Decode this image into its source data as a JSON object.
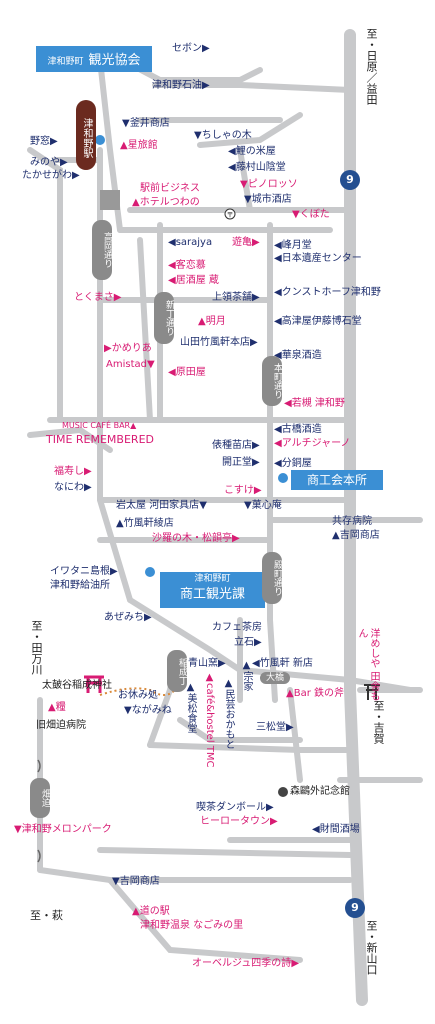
{
  "map_title": "",
  "colors": {
    "road": "#c8c9cb",
    "accent_blue": "#3b8fd4",
    "pink": "#d81b73",
    "navy": "#1f2f6e",
    "route_sign": "#244f91",
    "station": "#6b2a1f"
  },
  "direction_labels": {
    "north": "至・日原／益田",
    "west_upper": "至・田万川",
    "east_mid": "至・吉賀",
    "southwest": "至・萩",
    "southeast": "至・新山口"
  },
  "route_sign": "9",
  "station": "津和野駅",
  "road_names": {
    "takaoka": "高岡通り",
    "shincho": "新丁通り",
    "honmachi": "本町通り",
    "tonomachi": "殿町通り",
    "inari": "稲成丁",
    "hatasako": "畑迫",
    "ohashi": "大橋"
  },
  "info_boxes": {
    "kanko_kyokai": {
      "small": "津和野町",
      "big": "観光協会"
    },
    "shoko_honsho": {
      "label": "商工会本所"
    },
    "shoko_kanko": {
      "small": "津和野町",
      "big": "商工観光課"
    }
  },
  "places": {
    "sebon": "セボン",
    "tsuwano_sekiyu": "津和野石油",
    "kamai": "釜井商店",
    "hoshiryokan": "▲星旅館",
    "nomado": "野窓",
    "minoya": "みのや",
    "takasegawa": "たかせがわ",
    "chishanoki": "ちしゃの木",
    "koinoyoneya": "鯉の米屋",
    "fujimura": "藤村山陰堂",
    "pinorosso": "ピノロッソ",
    "shiromachi": "城市酒店",
    "kubota": "くぼた",
    "ekimae1": "駅前ビジネス",
    "ekimae2": "ホテルつわの",
    "sarajya": "sarajya",
    "yugame": "遊亀",
    "hoshodo": "峰月堂",
    "isan": "日本遺産センター",
    "kyakurenbo": "客恋慕",
    "izakaya": "居酒屋 蔵",
    "kamiryo": "上領茶舗",
    "croissant": "クンストホーフ津和野",
    "tokumasa": "とくまさ",
    "meigetsu": "明月",
    "takatsu": "高津屋伊藤博石堂",
    "yamada": "山田竹風軒本店",
    "kasen": "華泉酒造",
    "kameria": "かめりあ",
    "amistad": "Amistad",
    "harada": "原田屋",
    "wakatsuki": "若槻",
    "tsuwano_sake": "津和野",
    "musicbar": "MUSIC CAFÉ BAR",
    "timerem": "TIME REMEMBERED",
    "furuhashi": "古橋酒造",
    "arcian": "アルチジャーノ",
    "kotonashi": "俵種苗店",
    "kaijodo": "開正堂",
    "bunkoya": "分銅屋",
    "fukujusi": "福寿し",
    "naniwa": "なにわ",
    "kosanaga": "こすけ",
    "iwadaya": "岩太屋",
    "kawada": "河田家具店",
    "kachoan": "菓心庵",
    "kyozon": "共存病院",
    "yoshioka1": "吉岡商店",
    "chikufu": "竹風軒綾店",
    "shara": "沙羅の木・松韻亭",
    "iwatani1": "イワタニ島根",
    "iwatani2": "津和野給油所",
    "azemichi": "あぜみち",
    "cafe_chaya": "カフェ茶房",
    "tateishi": "立石",
    "tokita": "青山窯",
    "chikufu_shin": "竹風軒 新店",
    "taikodani": "太皷谷稲成神社",
    "yoshoku": "洋めしや 田舎もん",
    "hatasako_kyu": "旧畑迫病院",
    "nori": "糧",
    "oyasumi": "お休み処",
    "nagamine": "ながみね",
    "mingei": "民芸おかもと",
    "cafe_hostel": "café&hostel TMC",
    "bisho": "美松食堂",
    "sanshodo": "三松堂",
    "bar_tetsu": "Bar 鉄の斧",
    "munechika": "宗家",
    "moriougai": "森鷗外記念館",
    "kissa": "喫茶ダンボール",
    "hero": "ヒーロータウン",
    "zaiba": "財間酒場",
    "melon": "津和野メロンパーク",
    "yoshioka2": "吉岡商店",
    "michinoeki1": "▲道の駅",
    "michinoeki2": "津和野温泉 なごみの里",
    "auberge": "オーベルジュ四季の詩"
  }
}
